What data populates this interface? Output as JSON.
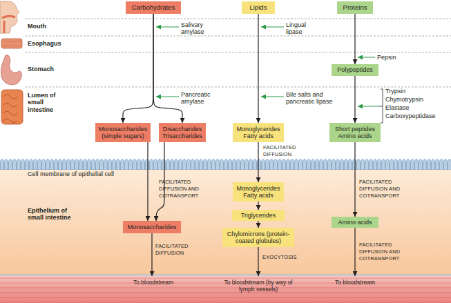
{
  "diagram": {
    "nodes": [
      {
        "text": [
          "Carbohydrates"
        ]
      },
      {
        "text": [
          "Lipids"
        ]
      },
      {
        "text": [
          "Proteins"
        ]
      },
      {
        "text": [
          "Polypeptides"
        ]
      },
      {
        "text": [
          "Monosaccharides (simple sugars)"
        ]
      },
      {
        "text": [
          "Disaccharides Trisaccharides"
        ]
      },
      {
        "text": [
          "Monoglycerides Fatty acids"
        ]
      },
      {
        "text": [
          "Short peptides Amino acids"
        ]
      },
      {
        "text": [
          "Monoglycerides Fatty acids"
        ]
      },
      {
        "text": [
          "Triglycerides"
        ]
      },
      {
        "text": [
          "Amino acids"
        ]
      },
      {
        "text": [
          "Monosaccharides"
        ]
      },
      {
        "text": [
          "Chylomicrons (protein-coated globules)"
        ]
      },
      {
        "text": [
          "To bloodstream",
          "To bloodstream (by way of lymph vessels)",
          "To bloodstream"
        ]
      }
    ],
    "edges": [
      {
        "from": 0,
        "to": 4,
        "arrow": "to"
      },
      {
        "from": 0,
        "to": 5,
        "arrow": "to"
      },
      {
        "from": 1,
        "to": 6,
        "arrow": "to"
      },
      {
        "from": 2,
        "to": 3,
        "arrow": "to"
      },
      {
        "from": 3,
        "to": 7,
        "arrow": "to"
      },
      {
        "from": 4,
        "to": 11,
        "arrow": "to"
      },
      {
        "from": 5,
        "to": 11,
        "arrow": "to"
      },
      {
        "from": 6,
        "to": 8,
        "arrow": "to",
        "label": "FACILITATED DIFFUSION"
      },
      {
        "from": 7,
        "to": 10,
        "arrow": "to",
        "label": "FACILITATED DIFFUSION AND COTRANSPORT"
      },
      {
        "from": 8,
        "to": 9,
        "arrow": "to"
      },
      {
        "from": 9,
        "to": 12,
        "arrow": "to"
      },
      {
        "from": 11,
        "to": 13,
        "arrow": "to",
        "label": "FACILITATED DIFFUSION"
      },
      {
        "from": 12,
        "to": 13,
        "arrow": "to",
        "label": "EXOCYTOSIS"
      },
      {
        "from": 10,
        "to": 13,
        "arrow": "to",
        "label": "FACILITATED DIFFUSION AND COTRANSPORT"
      }
    ],
    "labels": [
      "Mouth",
      "Esophagus",
      "Stomach",
      "Lumen of small intestine",
      "Salivary amylase",
      "Lingual lipase",
      "Pepsin",
      "Pancreatic amylase",
      "Bile salts and pancreatic lipase",
      "Trypsin",
      "Chymotrypsin",
      "Elastase",
      "Carboxypeptidase",
      "Cell membrane of epithelial cell",
      "FACILITATED DIFFUSION AND COTRANSPORT",
      "Epithelium of small intestine"
    ]
  }
}
